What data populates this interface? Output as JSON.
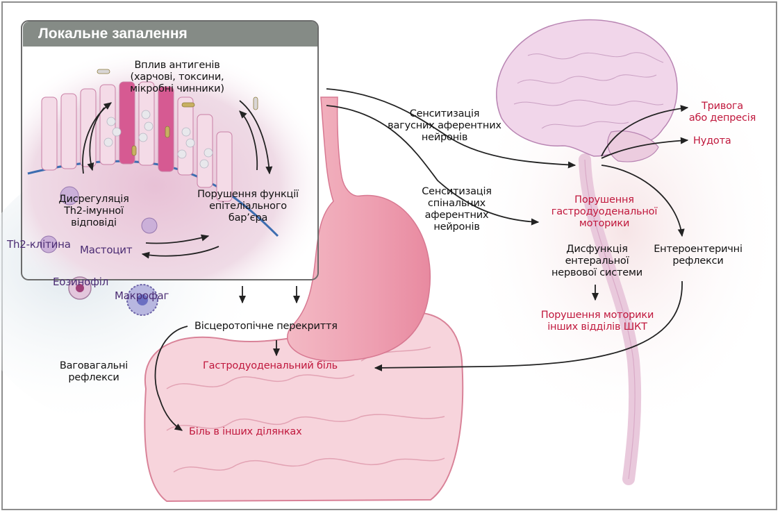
{
  "inset": {
    "title": "Локальне запалення",
    "antigen_label": [
      "Вплив антигенів",
      "(харчові, токсини,",
      "мікробні чинники)"
    ],
    "th2_dysregulation": [
      "Дисрегуляція",
      "Th2-імунної",
      "відповіді"
    ],
    "barrier_dysfunction": [
      "Порушення функції",
      "епітеліального",
      "бар’єра"
    ]
  },
  "cells": {
    "th2_cell": "Th2-клітина",
    "mast_cell": "Мастоцит",
    "eosinophil": "Еозинофіл",
    "macrophage": "Макрофаг"
  },
  "pathways": {
    "vagal_sensitization": [
      "Сенситизація",
      "вагусних аферентних",
      "нейронів"
    ],
    "spinal_sensitization": [
      "Сенситизація",
      "спінальних",
      "аферентних",
      "нейронів"
    ],
    "enteric_dysfunction": [
      "Дисфункція",
      "ентеральної",
      "нервової системи"
    ],
    "enteroenteric_reflexes": [
      "Ентероентеричні",
      "рефлекси"
    ],
    "viscerotopic_overlap": "Вісцеротопічне перекриття",
    "vagovagal_reflexes": [
      "Ваговагальні",
      "рефлекси"
    ]
  },
  "outcomes": {
    "anxiety_depression": [
      "Тривога",
      "або депресія"
    ],
    "nausea": "Нудота",
    "gd_motility": [
      "Порушення",
      "гастродуоденальної",
      "моторики"
    ],
    "other_gi_motility": [
      "Порушення моторики",
      "інших відділів ШКТ"
    ],
    "gd_pain": "Гастродуоденальний біль",
    "other_pain": "Біль в інших ділянках"
  },
  "colors": {
    "outcome_red": "#c0173c",
    "cell_purple": "#4b2c73",
    "inset_header": "#858b86",
    "frame_border": "#8d8d8d"
  }
}
